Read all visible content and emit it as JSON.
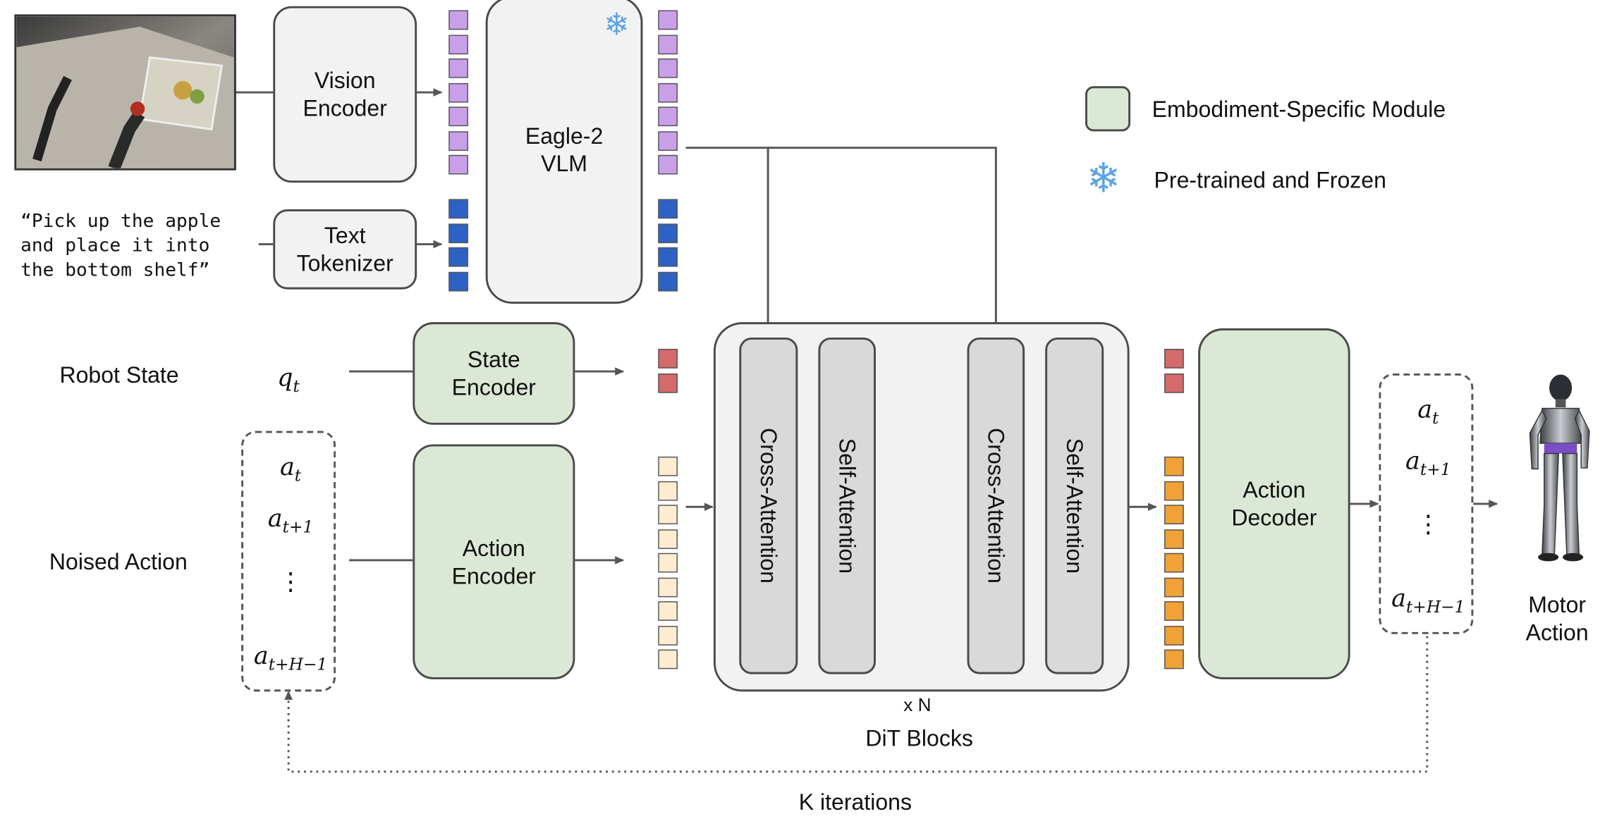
{
  "modules": {
    "vision_encoder": "Vision\nEncoder",
    "text_tokenizer": "Text\nTokenizer",
    "vlm": "Eagle-2\nVLM",
    "state_encoder": "State\nEncoder",
    "action_encoder": "Action\nEncoder",
    "action_decoder": "Action\nDecoder",
    "cross_attention": "Cross-Attention",
    "self_attention": "Self-Attention"
  },
  "instruction_text": "“Pick up the apple\nand place it into\nthe bottom shelf”",
  "inputs": {
    "robot_state": "Robot State",
    "noised_action": "Noised Action"
  },
  "dit": {
    "repeat": "x N",
    "label": "DiT Blocks"
  },
  "loop_label": "K iterations",
  "output_label": "Motor\nAction",
  "legend": {
    "embodiment": "Embodiment-Specific Module",
    "frozen": "Pre-trained and Frozen"
  },
  "colors": {
    "vision_token": "#c9a0e8",
    "text_token": "#2d62c4",
    "state_token": "#d46a6a",
    "noise_token": "#fbecd2",
    "output_token": "#f0a236",
    "module_green": "#dce8d6",
    "snowflake": "#5ba3e8"
  }
}
